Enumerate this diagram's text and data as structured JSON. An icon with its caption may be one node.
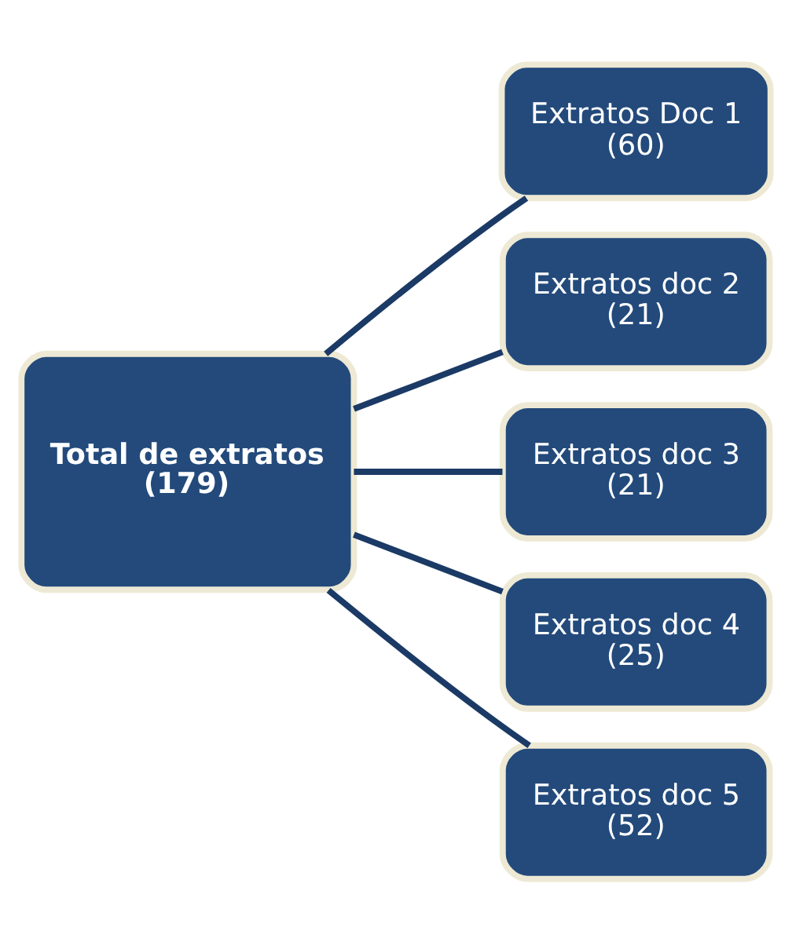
{
  "diagram": {
    "nodes": [
      {
        "text": [
          "Total de extratos",
          "(179)"
        ]
      },
      {
        "text": [
          "Extratos Doc 1",
          "(60)"
        ]
      },
      {
        "text": [
          "Extratos doc 2",
          "(21)"
        ]
      },
      {
        "text": [
          "Extratos doc 3",
          "(21)"
        ]
      },
      {
        "text": [
          "Extratos doc 4",
          "(25)"
        ]
      },
      {
        "text": [
          "Extratos doc 5",
          "(52)"
        ]
      }
    ],
    "edges": [
      {
        "from": 0,
        "to": 1,
        "arrow": "none"
      },
      {
        "from": 0,
        "to": 2,
        "arrow": "none"
      },
      {
        "from": 0,
        "to": 3,
        "arrow": "none"
      },
      {
        "from": 0,
        "to": 4,
        "arrow": "none"
      },
      {
        "from": 0,
        "to": 5,
        "arrow": "none"
      }
    ]
  }
}
